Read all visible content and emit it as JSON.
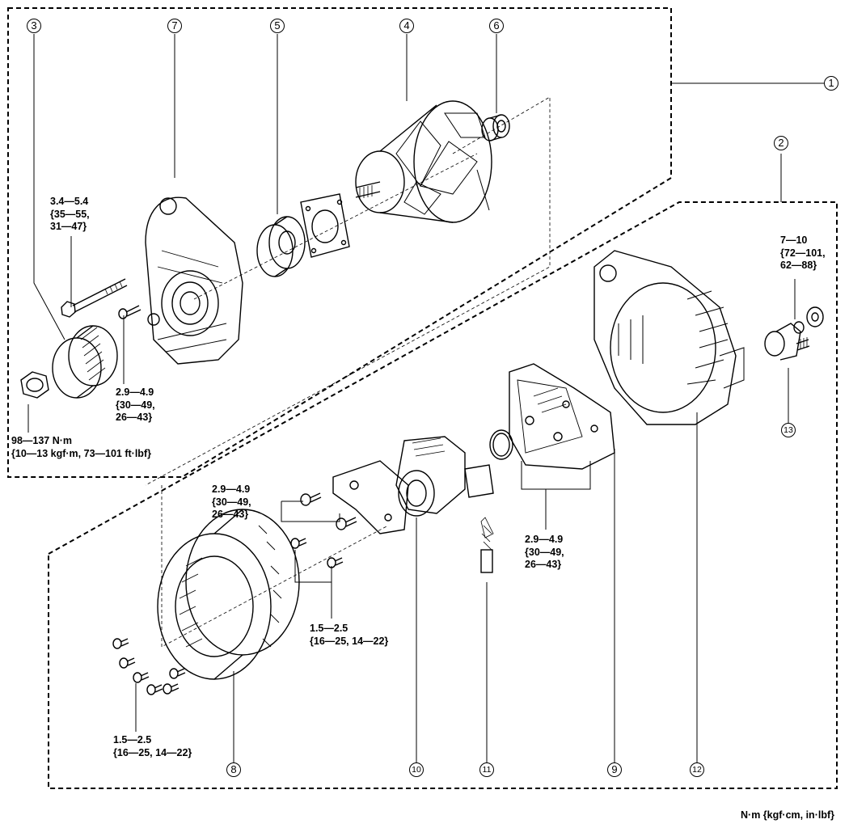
{
  "callouts": {
    "c1": "1",
    "c2": "2",
    "c3": "3",
    "c4": "4",
    "c5": "5",
    "c6": "6",
    "c7": "7",
    "c8": "8",
    "c9": "9",
    "c10": "10",
    "c11": "11",
    "c12": "12",
    "c13": "13"
  },
  "torques": {
    "t_bolt_front": [
      "3.4—5.4",
      "{35—55,",
      "31—47}"
    ],
    "t_screw_front": [
      "2.9—4.9",
      "{30—49,",
      "26—43}"
    ],
    "t_pulley_nut": [
      "98—137 N·m",
      "{10—13 kgf·m, 73—101 ft·lbf}"
    ],
    "t_terminal_nut": [
      "7—10",
      "{72—101,",
      "62—88}"
    ],
    "t_regulator": [
      "2.9—4.9",
      "{30—49,",
      "26—43}"
    ],
    "t_rectifier": [
      "2.9—4.9",
      "{30—49,",
      "26—43}"
    ],
    "t_regulator_small": [
      "1.5—2.5",
      "{16—25, 14—22}"
    ],
    "t_stator": [
      "1.5—2.5",
      "{16—25, 14—22}"
    ]
  },
  "unit_label": "N·m {kgf·cm, in·lbf}"
}
